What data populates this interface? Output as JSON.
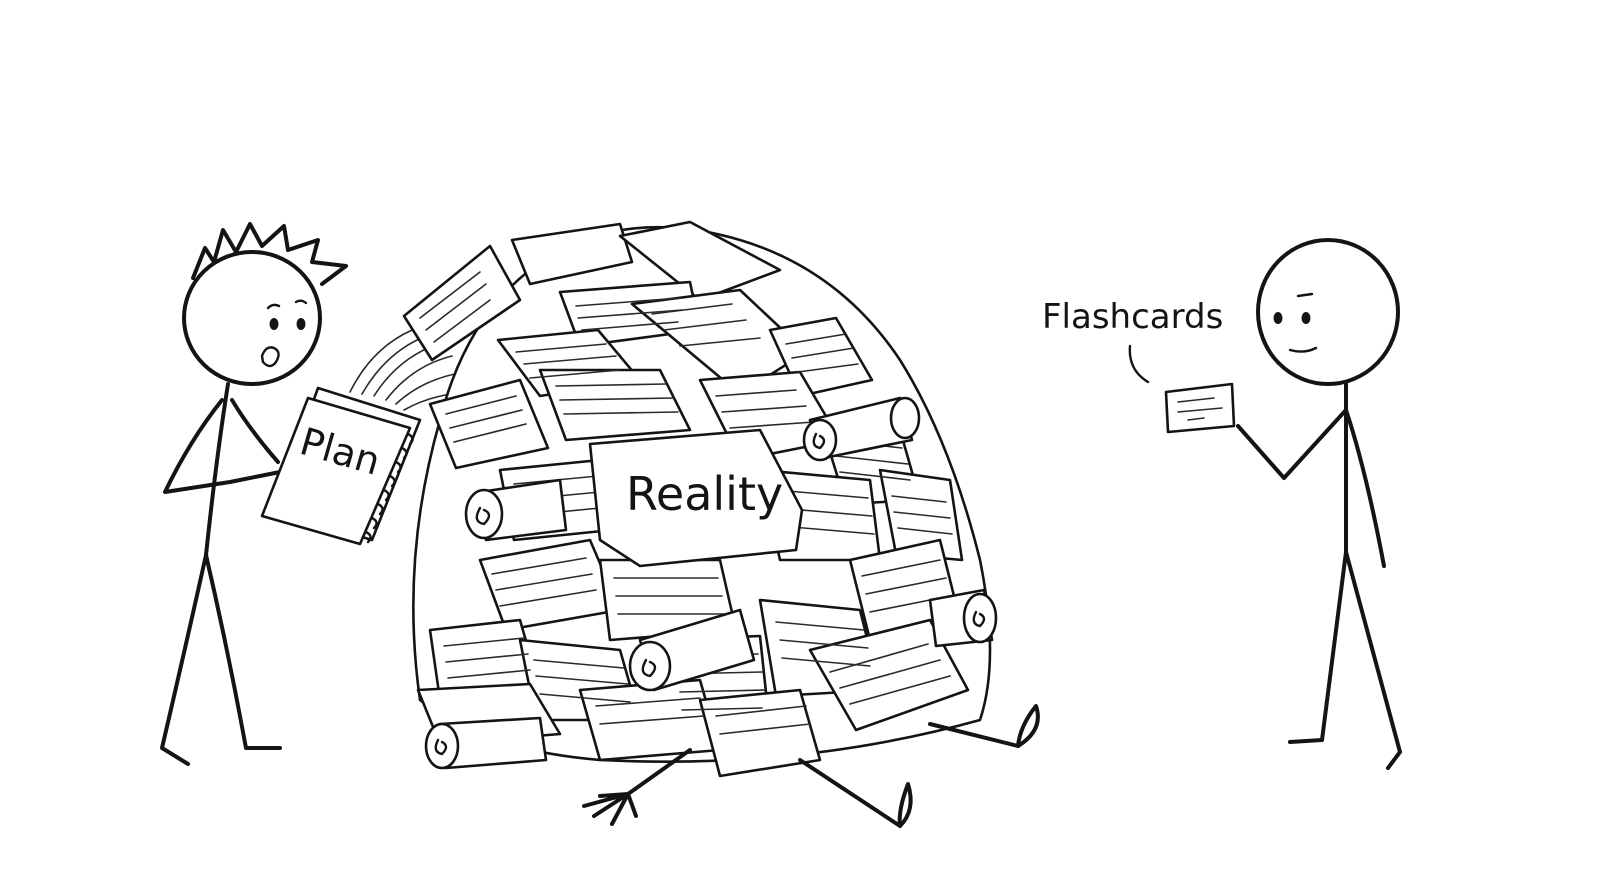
{
  "labels": {
    "plan": "Plan",
    "reality": "Reality",
    "flashcards": "Flashcards"
  },
  "colors": {
    "ink": "#141414",
    "paper": "#ffffff",
    "background": "#ffffff"
  }
}
